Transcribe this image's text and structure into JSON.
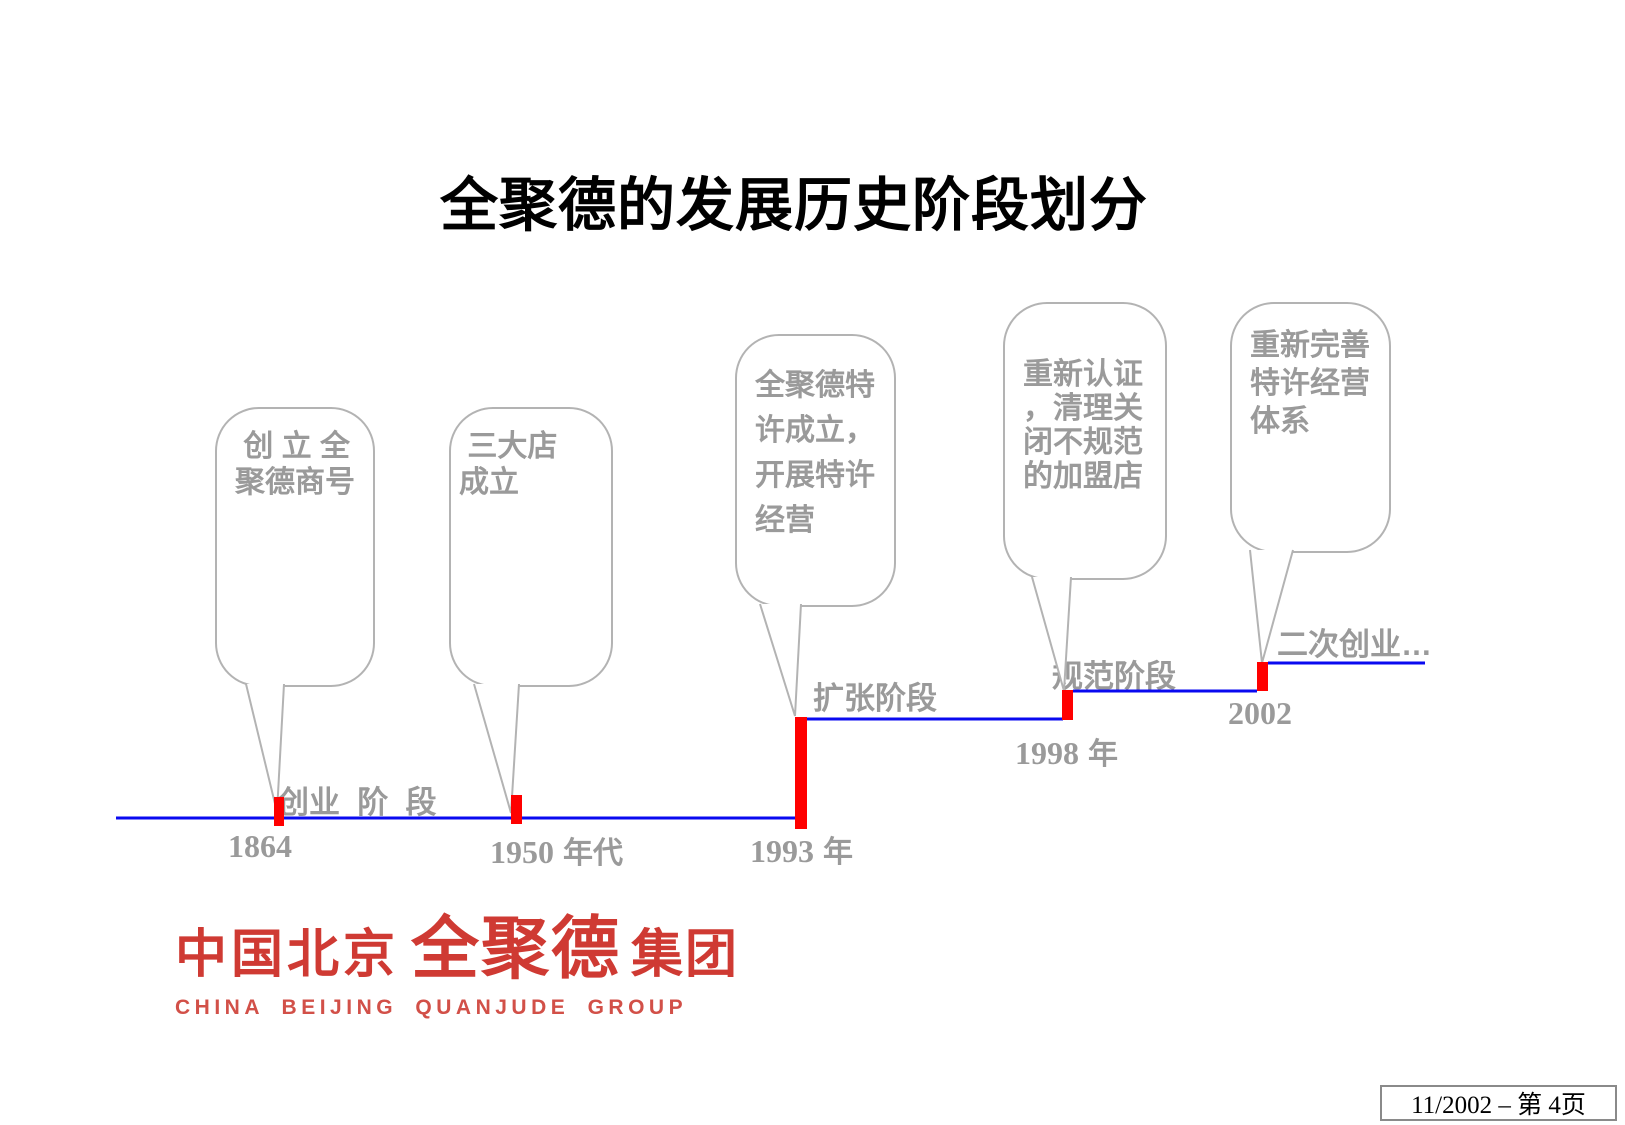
{
  "title": "全聚德的发展历史阶段划分",
  "bubbles": [
    {
      "text": " 创 立 全\n聚德商号"
    },
    {
      "text": " 三大店\n成立"
    },
    {
      "text": "全聚德特\n许成立，\n开展特许\n经营"
    },
    {
      "text": "重新认证\n，清理关\n闭不规范\n的加盟店"
    },
    {
      "text": "重新完善\n特许经营\n体系"
    }
  ],
  "phases": [
    {
      "label": "创业  阶  段"
    },
    {
      "label": "扩张阶段"
    },
    {
      "label": "规范阶段"
    },
    {
      "label": "二次创业…"
    }
  ],
  "years": [
    {
      "num": "1864",
      "suffix": ""
    },
    {
      "num": "1950",
      "suffix": "年代"
    },
    {
      "num": "1993",
      "suffix": "年"
    },
    {
      "num": "1998",
      "suffix": "年"
    },
    {
      "num": "2002",
      "suffix": ""
    }
  ],
  "logo": {
    "cjk_prefix": "中国北京",
    "cjk_brand": "全聚德",
    "cjk_suffix": "集团",
    "english": "CHINA BEIJING QUANJUDE GROUP"
  },
  "footer": {
    "page_label": "11/2002 – 第 4页"
  },
  "colors": {
    "timeline_blue": "#0a0af0",
    "marker_red": "#ff0000",
    "label_gray": "#9a9a9a",
    "callout_border": "#b3b3b3",
    "logo_red": "#cf3a33",
    "title_black": "#000000"
  }
}
